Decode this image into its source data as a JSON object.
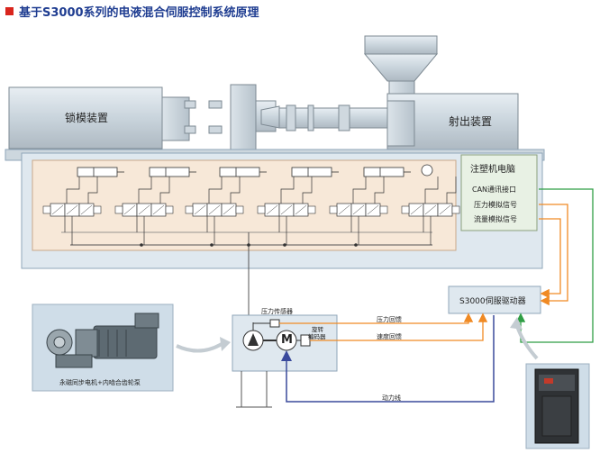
{
  "title": "基于S3000系列的电液混合伺服控制系统原理",
  "machine": {
    "clamp_label": "锁模装置",
    "injection_label": "射出装置",
    "computer_label": "注塑机电脑",
    "signals": [
      "CAN通讯接口",
      "压力模拟信号",
      "流量模拟信号"
    ]
  },
  "drive": {
    "label": "S3000伺服驱动器"
  },
  "pump": {
    "pressure_sensor": "压力传感器",
    "encoder_line1": "旋转",
    "encoder_line2": "编码器",
    "motor_symbol": "M",
    "caption": "永磁同步电机+内啮合齿轮泵"
  },
  "lines": {
    "pressure_feedback": "压力回馈",
    "speed_feedback": "速度回馈",
    "power_line": "动力线"
  },
  "colors": {
    "title": "#1f3d91",
    "accent_square": "#d9251d",
    "orange_signal": "#f08a24",
    "green_signal": "#2f9e44",
    "blue_power": "#3a4a9c",
    "panel": "#dfe8ef",
    "panel_border": "#8fa6b8",
    "hydraulic": "#f7e8d8"
  }
}
